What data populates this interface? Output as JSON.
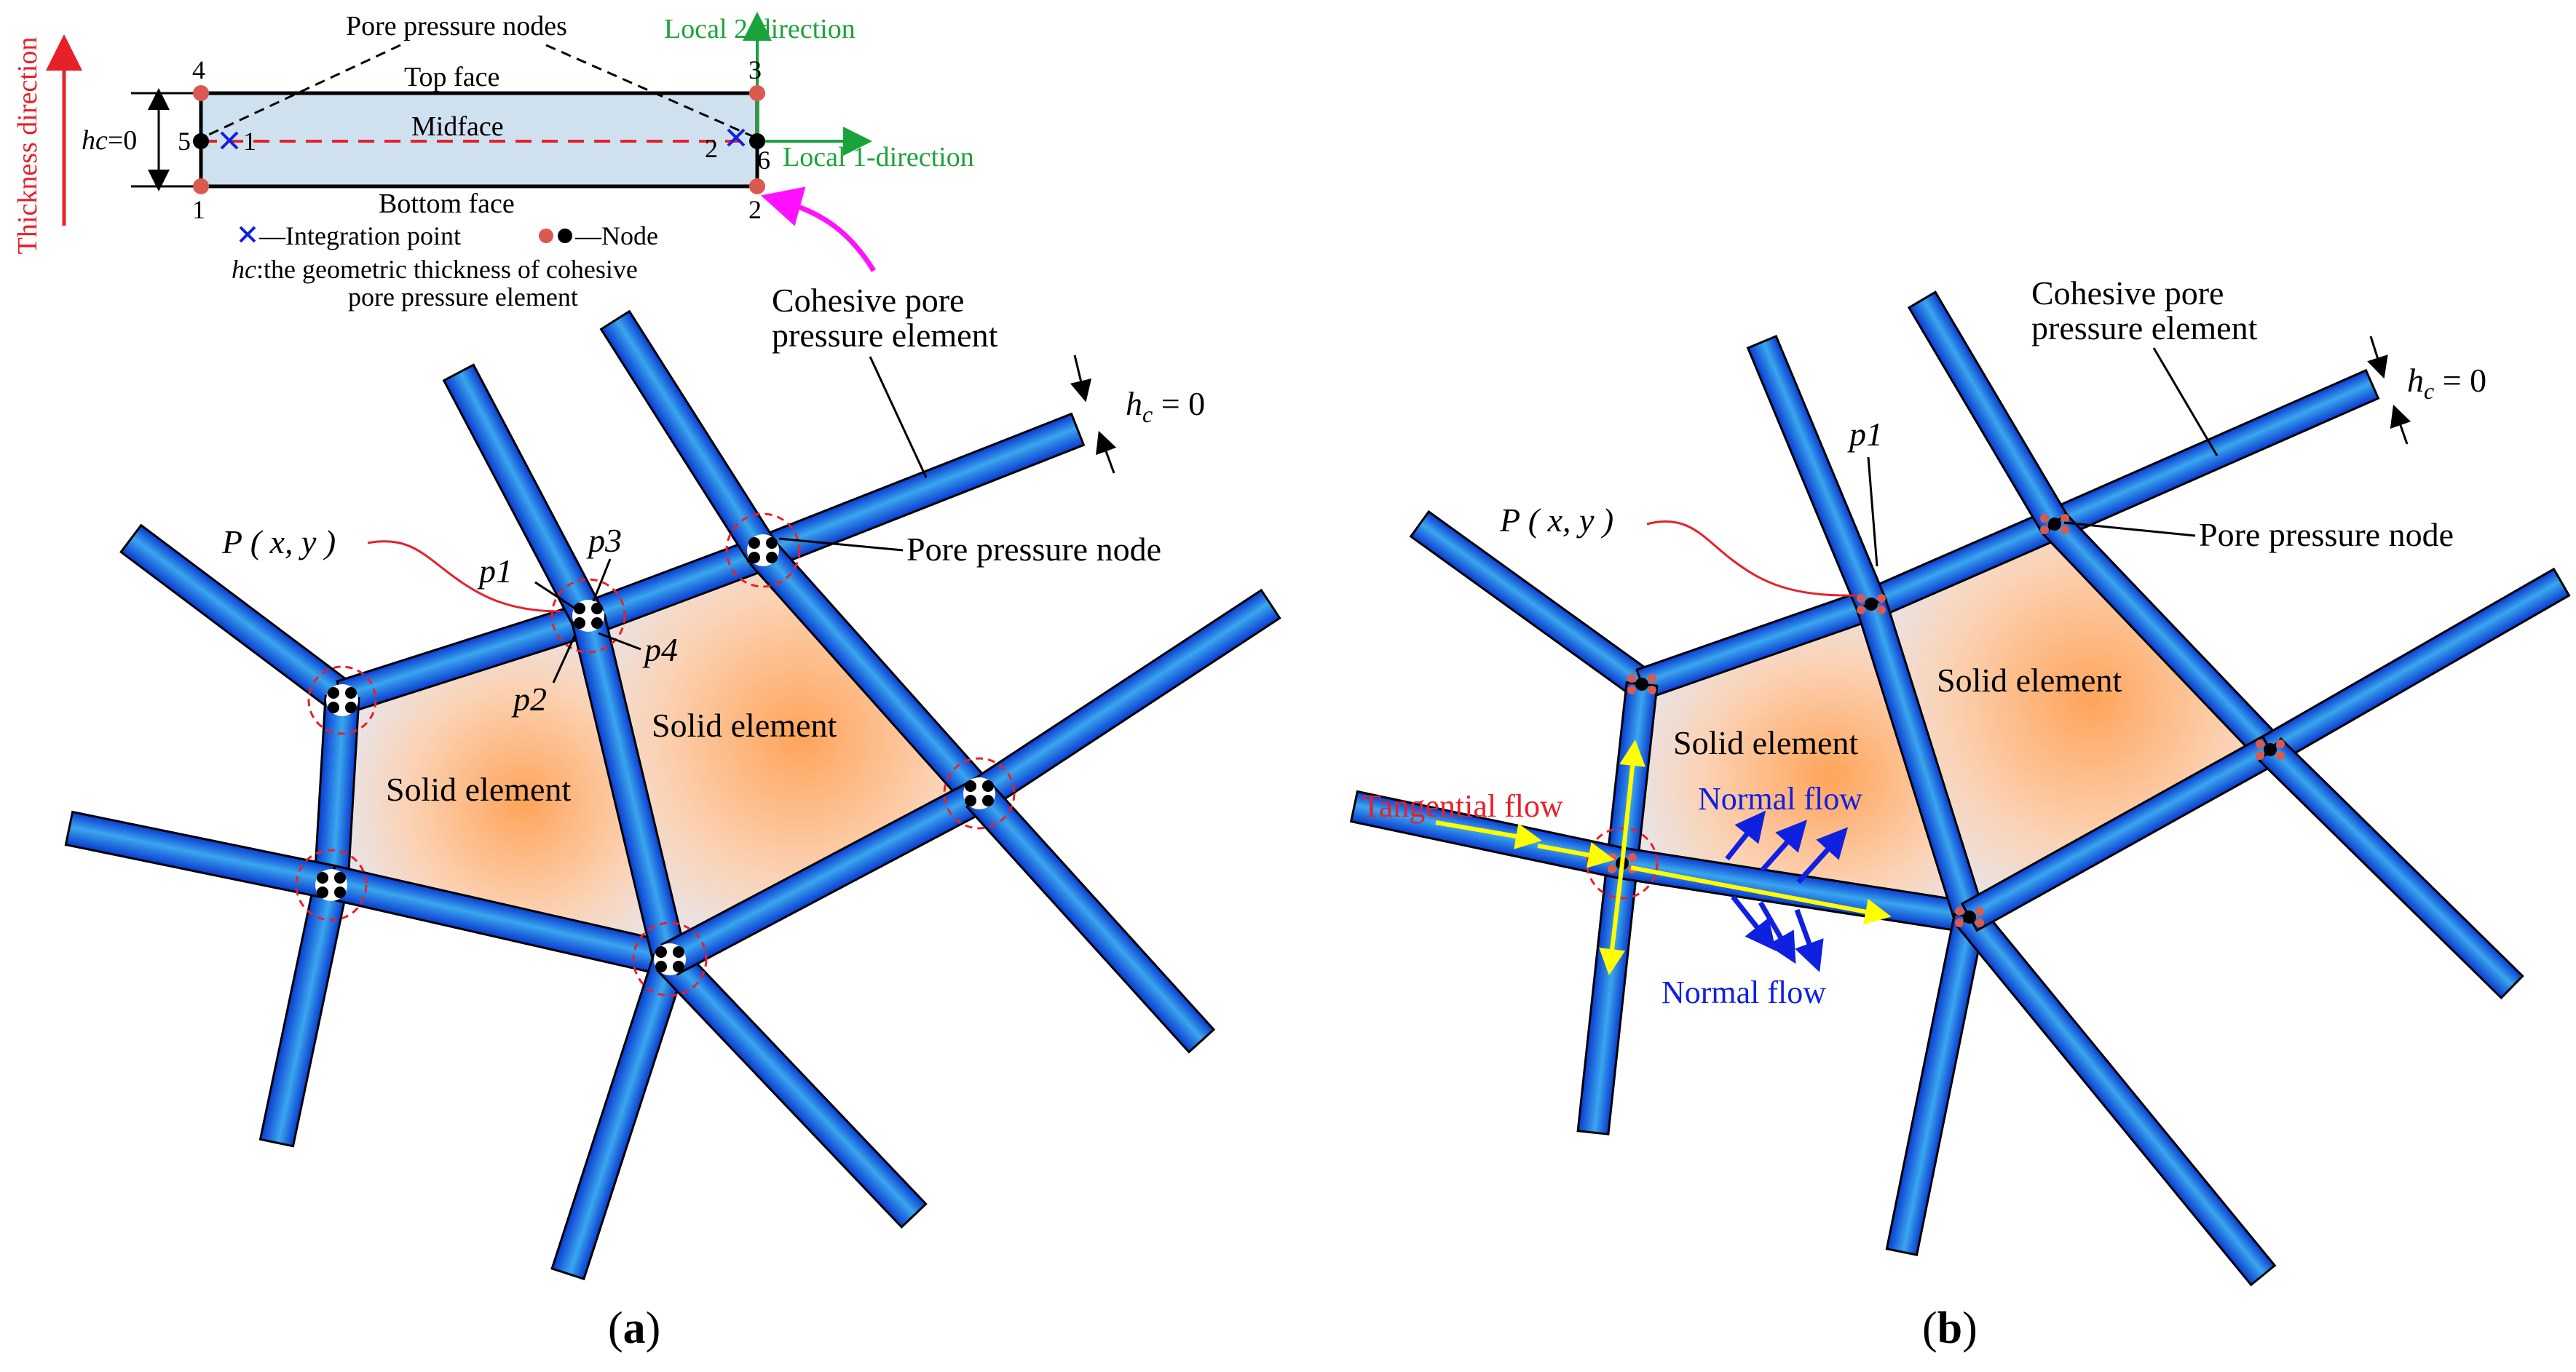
{
  "inset": {
    "thickness_direction": "Thickness direction",
    "pore_pressure_nodes": "Pore pressure nodes",
    "top_face": "Top face",
    "midface": "Midface",
    "bottom_face": "Bottom face",
    "local2": "Local 2-direction",
    "local1": "Local 1-direction",
    "hc_label": "hc",
    "hc_value": "=0",
    "node_numbers": [
      "1",
      "2",
      "3",
      "4",
      "5",
      "6"
    ],
    "integration_numbers": [
      "1",
      "2"
    ],
    "legend_integration": "—Integration point",
    "legend_node": "—Node",
    "hc_def_italic": "hc",
    "hc_def_line1": ":the geometric thickness of cohesive",
    "hc_def_line2": "pore pressure element"
  },
  "panel_a": {
    "cohesive_line1": "Cohesive pore",
    "cohesive_line2": "pressure  element",
    "hc_h": "h",
    "hc_sub": "c",
    "hc_eq": " = 0",
    "pxy": "P ( x, y )",
    "p1": "p1",
    "p2": "p2",
    "p3": "p3",
    "p4": "p4",
    "pore_node": "Pore pressure node",
    "solid1": "Solid element",
    "solid2": "Solid element",
    "caption_open": "(",
    "caption_letter": "a",
    "caption_close": ")"
  },
  "panel_b": {
    "cohesive_line1": "Cohesive pore",
    "cohesive_line2": "pressure  element",
    "hc_h": "h",
    "hc_sub": "c",
    "hc_eq": " = 0",
    "pxy": "P ( x, y )",
    "p1": "p1",
    "pore_node": "Pore pressure node",
    "solid1": "Solid element",
    "solid2": "Solid element",
    "tangential": "Tangential flow",
    "normal1": "Normal flow",
    "normal2": "Normal flow",
    "caption_open": "(",
    "caption_letter": "b",
    "caption_close": ")"
  },
  "colors": {
    "element_light": "#3aa0e8",
    "element_dark": "#0a3ad0",
    "solid_core": "#ffa45a",
    "red_dash": "#e8202a",
    "green": "#1aa33a",
    "magenta": "#ff10ff",
    "yellow": "#ffff00",
    "blue": "#1020e0",
    "node_red": "#d85a50"
  }
}
